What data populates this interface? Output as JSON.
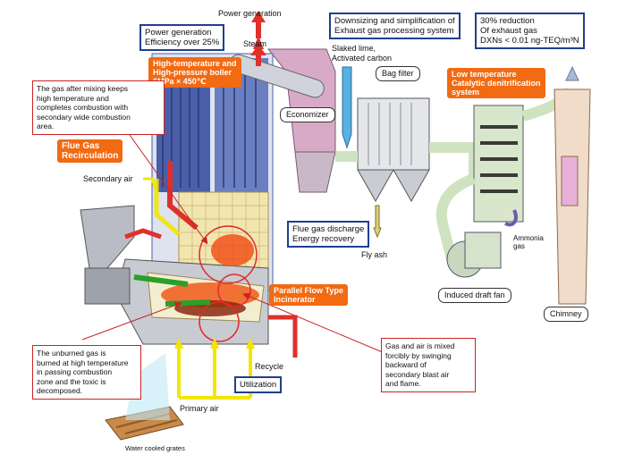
{
  "labels": {
    "power_generation": "Power generation",
    "steam": "Steam",
    "slaked_lime": "Slaked lime,\nActivated carbon",
    "bag_filter": "Bag filter",
    "economizer": "Economizer",
    "secondary_air": "Secondary air",
    "fly_ash": "Fly ash",
    "ammonia_gas": "Ammonia\ngas",
    "induced_draft_fan": "Induced draft fan",
    "chimney": "Chimney",
    "recycle": "Recycle",
    "primary_air": "Primary air",
    "water_cooled_grates": "Water cooled grates"
  },
  "blue_boxes": {
    "power_efficiency": "Power generation\nEfficiency over 25%",
    "downsizing": "Downsizing and simplification of\nExhaust gas processing system",
    "reduction": "30% reduction\nOf exhaust gas\nDXNs < 0.01 ng-TEQ/m³N",
    "flue_discharge": "Flue gas discharge\nEnergy recovery",
    "utilization": "Utilization"
  },
  "orange_boxes": {
    "boiler": "High-temperature and\nHigh-pressure boiler\n6MPa × 450℃",
    "low_temp": "Low temperature\nCatalytic denitrification\nsystem",
    "flue_recirculation": "Flue Gas\nRecirculation",
    "parallel_flow": "Parallel Flow Type\nIncinerator"
  },
  "red_boxes": {
    "mixing": "The gas after mixing keeps\nhigh temperature and\ncompletes combustion with\nsecondary wide combustion\narea.",
    "unburned": "The unburned gas is\nburned at high temperature\nin passing combustion\nzone and the toxic is\ndecomposed.",
    "mixed_forcibly": "Gas and air is mixed\nforcibly by swinging\nbackward of\nsecondary blast air\nand flame."
  },
  "colors": {
    "blue_border": "#1f3f8f",
    "orange": "#f26a12",
    "red_arrow": "#e0302a",
    "yellow_arrow": "#f2e600",
    "boiler_blue": "#4a5fa8",
    "duct_pink": "#d9a9c8",
    "filter_green": "#cfe3c0"
  }
}
